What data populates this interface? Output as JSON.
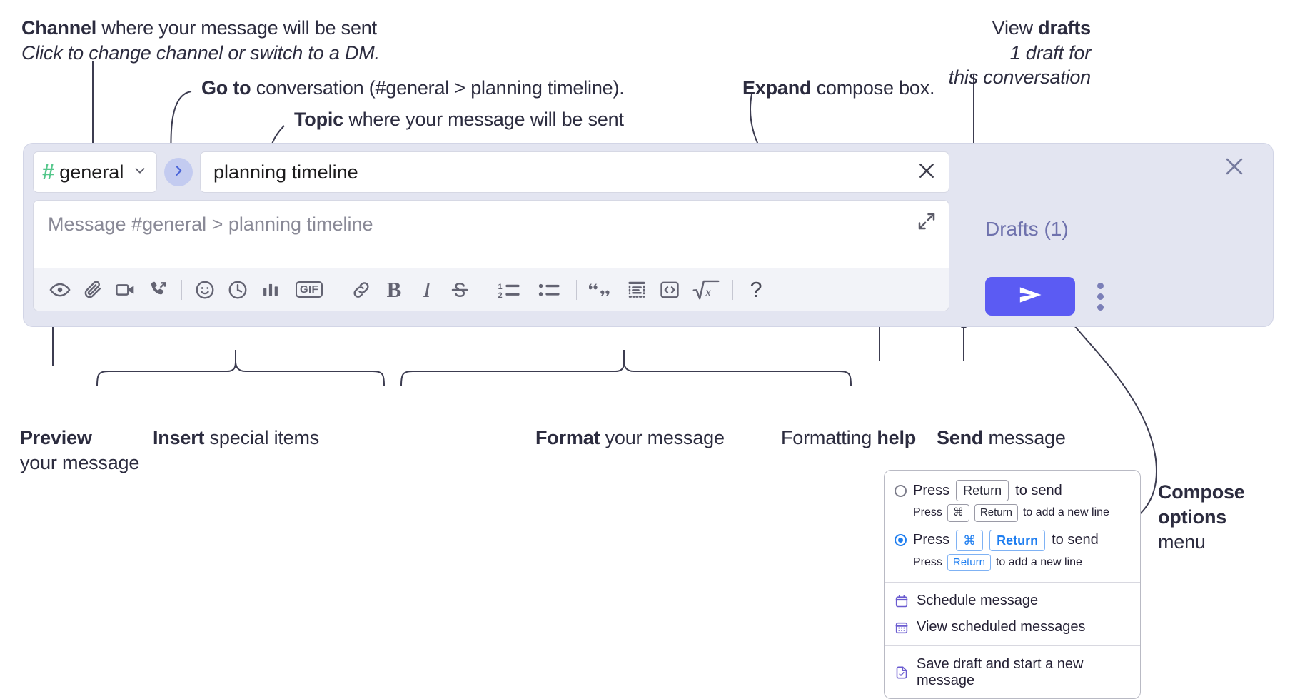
{
  "annotations": {
    "channel": {
      "bold": "Channel",
      "rest": " where your message will be sent",
      "italic": "Click to change channel or switch to a DM."
    },
    "goto": {
      "bold": "Go to",
      "rest": " conversation (#general > planning timeline)."
    },
    "topic": {
      "bold": "Topic",
      "rest": " where your message will be sent"
    },
    "expand": {
      "bold": "Expand",
      "rest": " compose box."
    },
    "drafts": {
      "plain": "View ",
      "bold": "drafts",
      "italic1": "1 draft for",
      "italic2": "this conversation"
    },
    "preview": {
      "bold": "Preview",
      "rest": "your message"
    },
    "insert": {
      "bold": "Insert",
      "rest": " special items"
    },
    "format": {
      "bold": "Format",
      "rest": " your message"
    },
    "help": {
      "plain": "Formatting ",
      "bold": "help"
    },
    "send": {
      "bold": "Send",
      "rest": " message"
    },
    "compose_options": {
      "bold1": "Compose",
      "bold2": "options",
      "rest": "menu"
    }
  },
  "composer": {
    "channel_name": "general",
    "channel_hash": "#",
    "goto_icon": "chevron-right-icon",
    "topic_value": "planning timeline",
    "clear_icon": "close-icon",
    "message_placeholder": "Message #general > planning timeline",
    "expand_icon": "expand-icon",
    "toolbar": [
      {
        "name": "preview-icon",
        "label": "Preview"
      },
      {
        "name": "attachment-icon",
        "label": "Attach file"
      },
      {
        "name": "video-icon",
        "label": "Record video clip"
      },
      {
        "name": "huddle-icon",
        "label": "Start huddle"
      },
      {
        "name": "separator",
        "label": ""
      },
      {
        "name": "emoji-icon",
        "label": "Emoji"
      },
      {
        "name": "clock-icon",
        "label": "Reminder"
      },
      {
        "name": "poll-icon",
        "label": "Poll"
      },
      {
        "name": "gif-icon",
        "label": "GIF"
      },
      {
        "name": "separator",
        "label": ""
      },
      {
        "name": "link-icon",
        "label": "Link"
      },
      {
        "name": "bold-icon",
        "label": "B"
      },
      {
        "name": "italic-icon",
        "label": "I"
      },
      {
        "name": "strikethrough-icon",
        "label": "Strikethrough"
      },
      {
        "name": "separator",
        "label": ""
      },
      {
        "name": "ordered-list-icon",
        "label": "Ordered list"
      },
      {
        "name": "bulleted-list-icon",
        "label": "Bulleted list"
      },
      {
        "name": "separator",
        "label": ""
      },
      {
        "name": "blockquote-icon",
        "label": "Blockquote"
      },
      {
        "name": "code-block-icon",
        "label": "Code block"
      },
      {
        "name": "code-icon",
        "label": "Code"
      },
      {
        "name": "math-icon",
        "label": "Math"
      },
      {
        "name": "separator",
        "label": ""
      },
      {
        "name": "help-icon",
        "label": "?"
      }
    ]
  },
  "right_rail": {
    "close_icon": "close-icon",
    "drafts_label": "Drafts (1)",
    "send_icon": "send-icon",
    "options_icon": "kebab-menu-icon"
  },
  "options_menu": {
    "option1": {
      "selected": false,
      "press": "Press",
      "key": "Return",
      "suffix": "to send",
      "sub_press": "Press",
      "sub_key1": "⌘",
      "sub_key2": "Return",
      "sub_suffix": "to add a new line"
    },
    "option2": {
      "selected": true,
      "press": "Press",
      "key1": "⌘",
      "key2": "Return",
      "suffix": "to send",
      "sub_press": "Press",
      "sub_key": "Return",
      "sub_suffix": "to add a new line"
    },
    "items": [
      {
        "icon": "calendar-icon",
        "label": "Schedule message"
      },
      {
        "icon": "calendar-grid-icon",
        "label": "View scheduled messages"
      },
      {
        "icon": "save-draft-icon",
        "label": "Save draft and start a new message"
      }
    ]
  },
  "colors": {
    "accent": "#5b5bf3",
    "channel_hash": "#55c78b",
    "goto_blue": "#4a64d8",
    "drafts_text": "#6f72ad",
    "panel_bg": "#e3e5f1",
    "radio_blue": "#1f7ef0",
    "menu_icon": "#6a5bd0"
  }
}
